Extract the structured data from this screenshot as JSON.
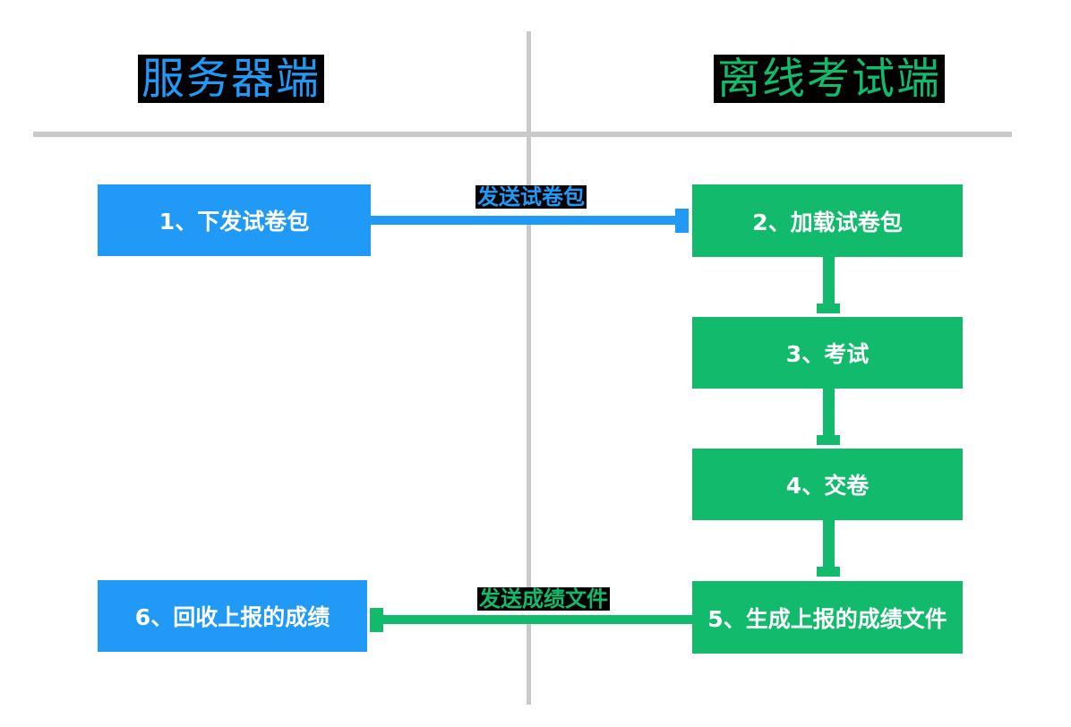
{
  "diagram": {
    "columns": [
      {
        "id": "server",
        "title": "服务器端",
        "accent": "#2199f6"
      },
      {
        "id": "offline",
        "title": "离线考试端",
        "accent": "#12ba6c"
      }
    ],
    "nodes": [
      {
        "id": "1",
        "label": "1、下发试卷包",
        "column": "server",
        "color": "blue"
      },
      {
        "id": "2",
        "label": "2、加载试卷包",
        "column": "offline",
        "color": "green"
      },
      {
        "id": "3",
        "label": "3、考试",
        "column": "offline",
        "color": "green"
      },
      {
        "id": "4",
        "label": "4、交卷",
        "column": "offline",
        "color": "green"
      },
      {
        "id": "5",
        "label": "5、生成上报的成绩文件",
        "column": "offline",
        "color": "green"
      },
      {
        "id": "6",
        "label": "6、回收上报的成绩",
        "column": "server",
        "color": "blue"
      }
    ],
    "edges": [
      {
        "from": "1",
        "to": "2",
        "label": "发送试卷包",
        "color": "blue",
        "direction": "left-to-right"
      },
      {
        "from": "2",
        "to": "3",
        "label": "",
        "color": "green",
        "direction": "down"
      },
      {
        "from": "3",
        "to": "4",
        "label": "",
        "color": "green",
        "direction": "down"
      },
      {
        "from": "4",
        "to": "5",
        "label": "",
        "color": "green",
        "direction": "down"
      },
      {
        "from": "5",
        "to": "6",
        "label": "发送成绩文件",
        "color": "green",
        "direction": "right-to-left"
      }
    ]
  },
  "colors": {
    "blue": "#2199f6",
    "green": "#12ba6c",
    "divider": "#c9c9c9",
    "node_text": "#ffffff",
    "label_bg": "#000000",
    "background": "#ffffff"
  }
}
